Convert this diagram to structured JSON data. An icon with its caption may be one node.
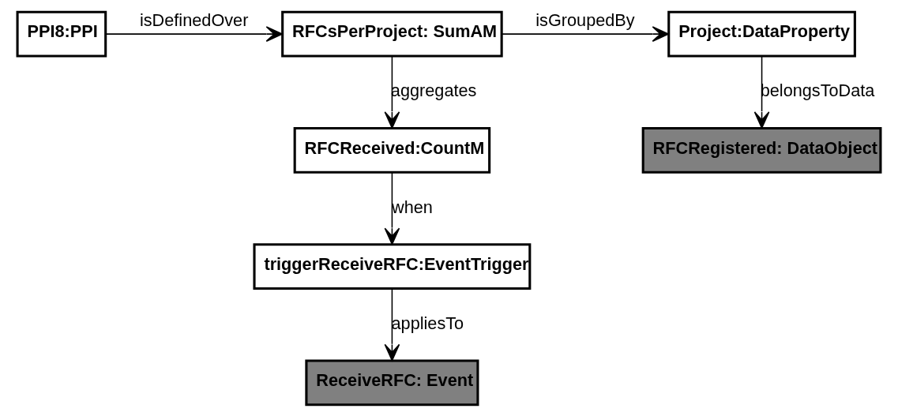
{
  "diagram": {
    "nodes": [
      {
        "text": [
          "PPI8:PPI"
        ]
      },
      {
        "text": [
          "RFCsPerProject: SumAM"
        ]
      },
      {
        "text": [
          "Project:DataProperty"
        ]
      },
      {
        "text": [
          "RFCReceived:CountM"
        ]
      },
      {
        "text": [
          "RFCRegistered: DataObject"
        ]
      },
      {
        "text": [
          "triggerReceiveRFC:EventTrigger"
        ]
      },
      {
        "text": [
          "ReceiveRFC: Event"
        ]
      }
    ],
    "edges": [
      {
        "from": 0,
        "to": 1,
        "arrow": "to",
        "label": "isDefinedOver"
      },
      {
        "from": 1,
        "to": 2,
        "arrow": "to",
        "label": "isGroupedBy"
      },
      {
        "from": 1,
        "to": 3,
        "arrow": "to",
        "label": "aggregates"
      },
      {
        "from": 2,
        "to": 4,
        "arrow": "to",
        "label": "belongsToData"
      },
      {
        "from": 3,
        "to": 5,
        "arrow": "to",
        "label": "when"
      },
      {
        "from": 5,
        "to": 6,
        "arrow": "to",
        "label": "appliesTo"
      }
    ]
  }
}
